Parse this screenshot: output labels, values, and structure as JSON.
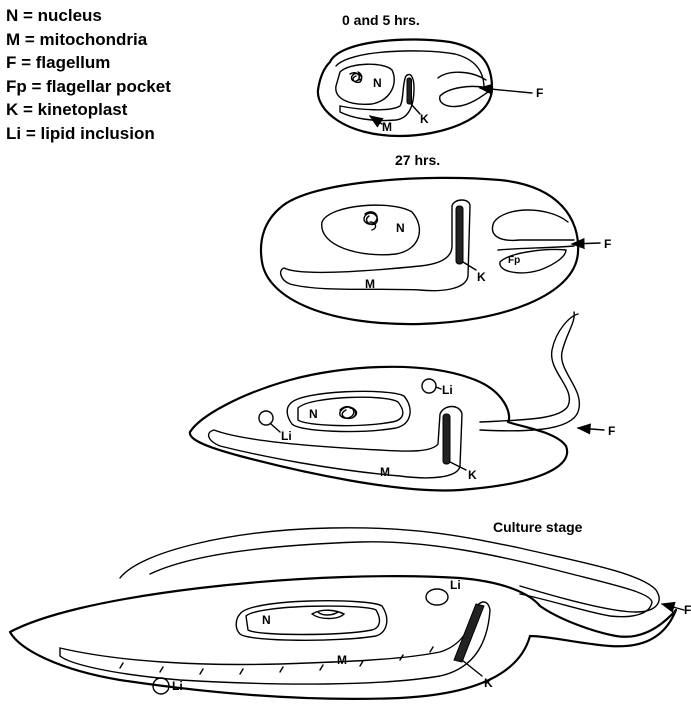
{
  "legend": [
    "N = nucleus",
    "M = mitochondria",
    "F = flagellum",
    "Fp = flagellar pocket",
    "K = kinetoplast",
    "Li = lipid inclusion"
  ],
  "stages": {
    "stage1_title": "0 and 5 hrs.",
    "stage2_title": "27 hrs.",
    "stage4_title": "Culture stage"
  },
  "labels": {
    "N": "N",
    "M": "M",
    "F": "F",
    "Fp": "Fp",
    "K": "K",
    "Li": "Li"
  }
}
